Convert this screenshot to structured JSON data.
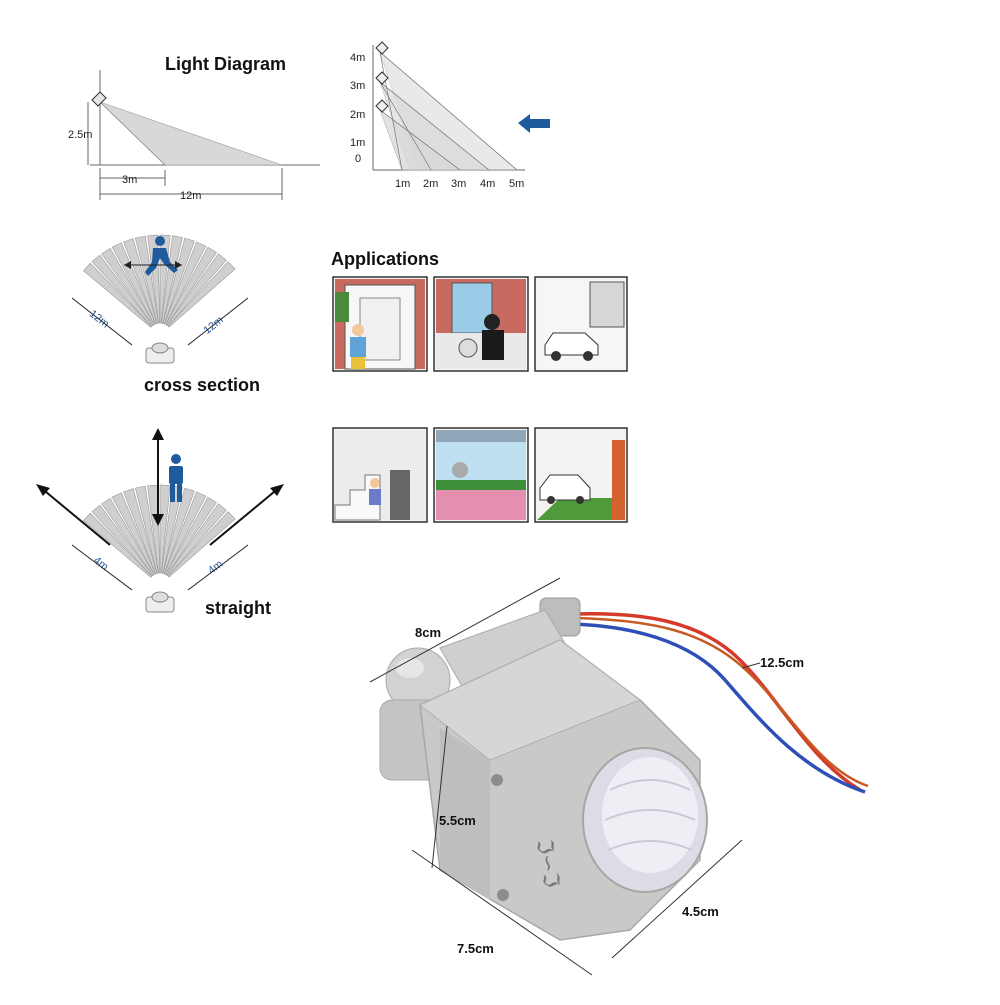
{
  "light_diagram": {
    "title": "Light Diagram",
    "height_label": "2.5m",
    "near_label": "3m",
    "far_label": "12m"
  },
  "mount_chart": {
    "y_labels": [
      "4m",
      "3m",
      "2m",
      "1m",
      "0"
    ],
    "x_labels": [
      "1m",
      "2m",
      "3m",
      "4m",
      "5m"
    ]
  },
  "cross_section": {
    "caption": "cross section",
    "left_label": "12m",
    "right_label": "12m"
  },
  "straight": {
    "caption": "straight",
    "left_label": "4m",
    "right_label": "4m"
  },
  "applications": {
    "title": "Applications",
    "scenes": [
      "door-entry",
      "intruder",
      "car-garage",
      "stairway",
      "window",
      "driveway-car"
    ]
  },
  "product": {
    "width_label": "8cm",
    "height_label": "5.5cm",
    "base_label": "7.5cm",
    "depth_label": "4.5cm",
    "wire_label": "12.5cm",
    "body_color": "#c9c9c7",
    "wire_colors": [
      "#d43b2a",
      "#2f4fb8"
    ]
  },
  "colors": {
    "accent_blue": "#1f5a9c"
  }
}
